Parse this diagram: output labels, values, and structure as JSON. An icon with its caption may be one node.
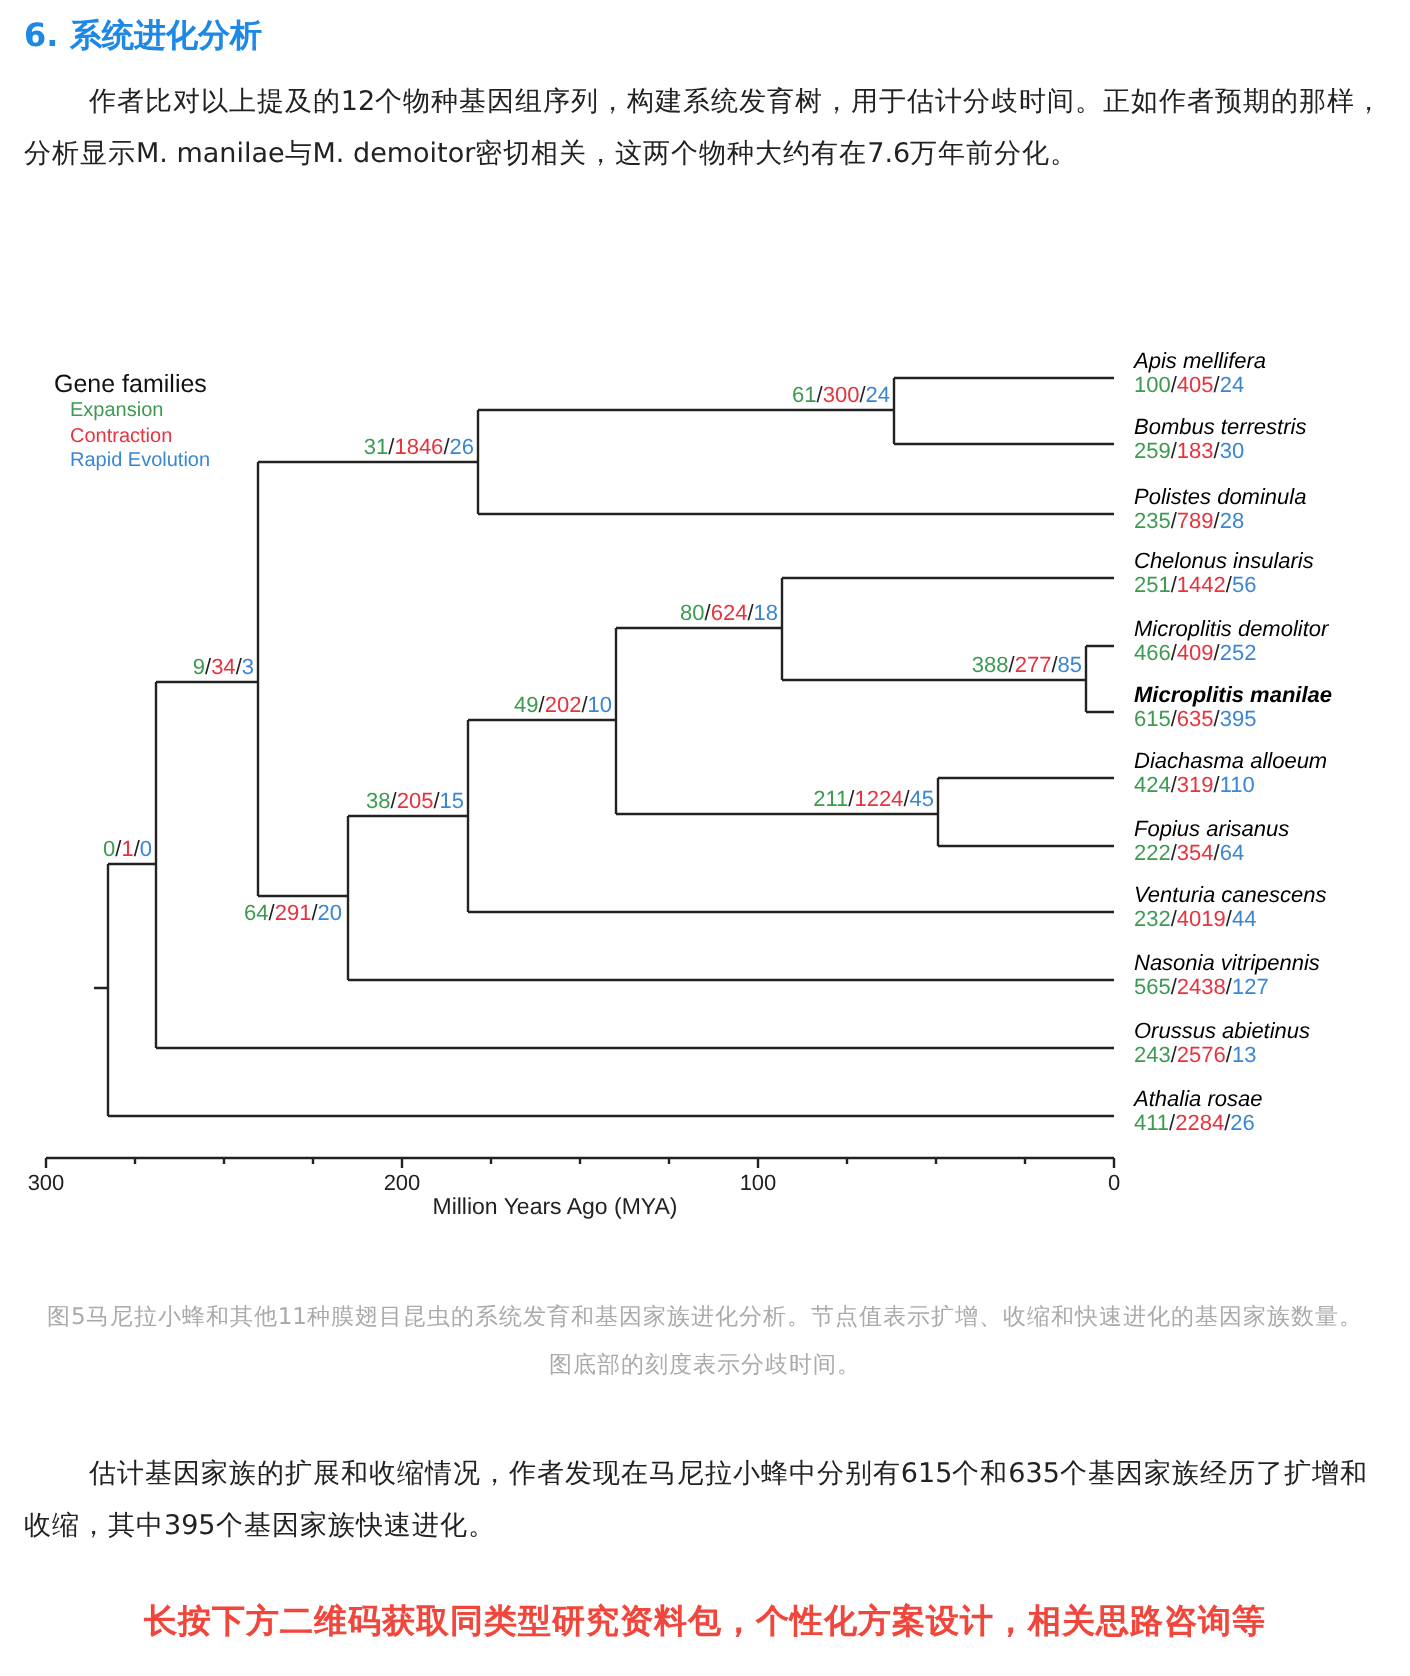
{
  "diagram": {
    "title": "6. 系统进化分析",
    "caption": "图5马尼拉小蜂和其他11种膜翅目昆虫的系统发育和基因家族进化分析。节点值表示扩增、收缩和快速进化的基因家族数量。图底部的刻度表示分歧时间。",
    "labels": [
      "作者比对以上提及的12个物种基因组序列，构建系统发育树，用于估计分歧时间。正如作者预期的那样，分析显示M. manilae与M. demoitor密切相关，这两个物种大约有在7.6万年前分化。",
      "Gene families",
      "Apis mellifera",
      "100/405/24",
      "61/300/24",
      "Bombus terrestris",
      "31/1846/26",
      "259/183/30",
      "Polistes dominula",
      "235/789/28",
      "Chelonus insularis",
      "251/1442/56",
      "80/624/18",
      "Microplitis demolitor",
      "466/409/252",
      "9/34/3",
      "388/277/85",
      "Microplitis manilae",
      "615/635/395",
      "49/202/10",
      "Diachasma alloeum",
      "424/319/110",
      "211/1224/45",
      "38/205/15",
      "Fopius arisanus",
      "222/354/64",
      "0/1/0",
      "64/291/20",
      "Venturia canescens",
      "232/4019/44",
      "Nasonia vitripennis",
      "565/2438/127",
      "Orussus abietinus",
      "243/2576/13",
      "Athalia rosae",
      "411/2284/26",
      "300",
      "200",
      "100",
      "0",
      "Million Years Ago (MYA)",
      "估计基因家族的扩展和收缩情况，作者发现在马尼拉小蜂中分别有615个和635个基因家族经历了扩增和收缩，其中395个基因家族快速进化。",
      "长按下方二维码获取同类型研究资料包，个性化方案设计，相关思路咨询等"
    ],
    "legend": [
      {
        "text": "Expansion",
        "color": "#3d9a50"
      },
      {
        "text": "Contraction",
        "color": "#e8323c"
      },
      {
        "text": "Rapid Evolution",
        "color": "#3a86d4"
      }
    ]
  }
}
